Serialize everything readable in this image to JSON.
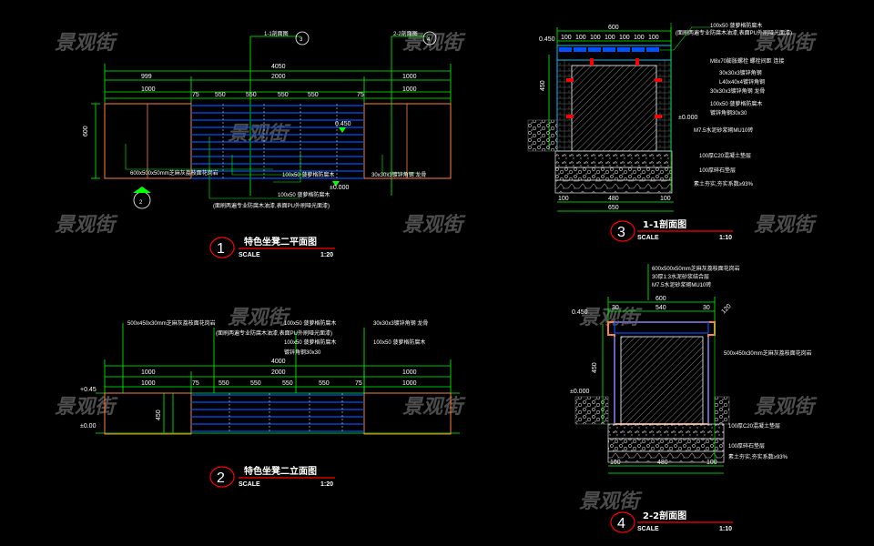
{
  "watermark": "景观街",
  "colors": {
    "dim": "#00ff00",
    "beam": "#0040ff",
    "wood": "#ff8040",
    "red": "#ff0000",
    "cyan": "#00c0ff",
    "white": "#ffffff",
    "yellow": "#ffff00"
  },
  "views": {
    "plan": {
      "num": "1",
      "title": "特色坐凳二平面图",
      "scale_label": "SCALE",
      "scale": "1:20",
      "sec1": "1-1剖面图",
      "sec1_num": "3",
      "sec2": "2-2剖面图",
      "sec2_num": "4",
      "sec_ref": "2",
      "dim_total": "4050",
      "dim_a": "999",
      "dim_b": "2000",
      "dim_c": "1000",
      "dim_d": "1000",
      "dim_e": "1000",
      "dim_75a": "75",
      "dim_550": "550",
      "dim_75b": "75",
      "dim_600": "600",
      "elev": "0.450",
      "elev0": "±0.000",
      "n1": "600x500x50mm芝麻灰荔枝面花岗岩",
      "n2": "100x50  菠萝格防腐木",
      "n3": "100x50  菠萝格防腐木",
      "n4": "(面刷两遍专业防腐木油漆,表面PU外刷哑光面漆)",
      "n5": "30x30x3镀锌角钢  龙骨"
    },
    "elev": {
      "num": "2",
      "title": "特色坐凳二立面图",
      "scale_label": "SCALE",
      "scale": "1:20",
      "dim_total": "4000",
      "dim_a": "1000",
      "dim_b": "2000",
      "dim_c": "1000",
      "dim_d": "1000",
      "dim_e": "1000",
      "dim_75": "75",
      "dim_550": "550",
      "lvl1": "+0.45",
      "lvl0": "±0.00",
      "h450": "450",
      "n1": "500x450x30mm芝麻灰荔枝面花岗岩",
      "n2": "100x50  菠萝格防腐木",
      "n3": "(面刷两遍专业防腐木油漆,表面PU外刷哑光面漆)",
      "n4": "100x50  菠萝格防腐木",
      "n5": "30x30x3镀锌角钢  龙骨",
      "n6": "100x50  菠萝格防腐木",
      "n7": "镀锌角钢30x30"
    },
    "sec1": {
      "num": "3",
      "title": "1-1剖面图",
      "scale_label": "SCALE",
      "scale": "1:10",
      "dim_top": "600",
      "dim_100": "100",
      "dim_bot": "650",
      "dim_480": "480",
      "dim_h": "450",
      "elev": "0.450",
      "elev0": "±0.000",
      "n1": "100x50  菠萝格防腐木",
      "n2": "(面刷两遍专业防腐木油漆,表面PU外刷哑光面漆)",
      "n3": "M8x70膨胀螺栓  螺栓间距  连接",
      "n4": "30x30x3镀锌角钢",
      "n5": "L40x40x4镀锌角钢",
      "n6": "30x30x3镀锌角钢  龙骨",
      "n7": "100x50  菠萝格防腐木",
      "n8": "镀锌角钢30x30",
      "n9": "M7.5水泥砂浆砌MU10砖",
      "n10": "100厚C20混凝土垫层",
      "n11": "100厚碎石垫层",
      "n12": "素土夯实,夯实系数≥93%"
    },
    "sec2": {
      "num": "4",
      "title": "2-2剖面图",
      "scale_label": "SCALE",
      "scale": "1:10",
      "dim_top": "600",
      "dim_30": "30",
      "dim_540": "540",
      "dim_120": "120",
      "dim_480": "480",
      "dim_100": "100",
      "elev": "0.450",
      "elev0": "±0.000",
      "h450": "450",
      "n1": "600x500x50mm芝麻灰荔枝面花岗岩",
      "n2": "30厚1:3水泥砂浆结合层",
      "n3": "M7.5水泥砂浆砌MU10砖",
      "n4": "500x450x30mm芝麻灰荔枝面花岗岩",
      "n5": "100厚C20混凝土垫层",
      "n6": "100厚碎石垫层",
      "n7": "素土夯实,夯实系数≥93%"
    }
  }
}
